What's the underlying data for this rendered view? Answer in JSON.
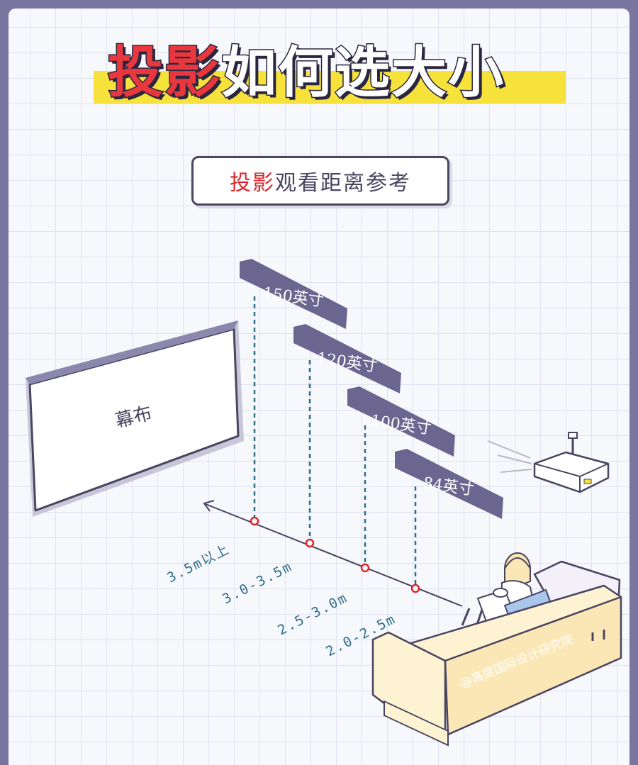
{
  "title": {
    "part1": "投影",
    "part2": "如何选大小"
  },
  "subtitle": {
    "highlight": "投影",
    "rest": "观看距离参考"
  },
  "screen_label": "幕布",
  "sizes": [
    {
      "size": "150英寸",
      "distance": "3.5m以上"
    },
    {
      "size": "120英寸",
      "distance": "3.0-3.5m"
    },
    {
      "size": "100英寸",
      "distance": "2.5-3.0m"
    },
    {
      "size": "84英寸",
      "distance": "2.0-2.5m"
    }
  ],
  "watermark": "@高度国际设计研究院",
  "colors": {
    "frame": "#7a74a0",
    "tag_fill": "#6b6590",
    "guide_line": "#2d6e8a",
    "marker": "#d9262c",
    "title_red": "#e8383d",
    "title_band": "#f6e23a",
    "sofa": "#fbe7b6"
  }
}
